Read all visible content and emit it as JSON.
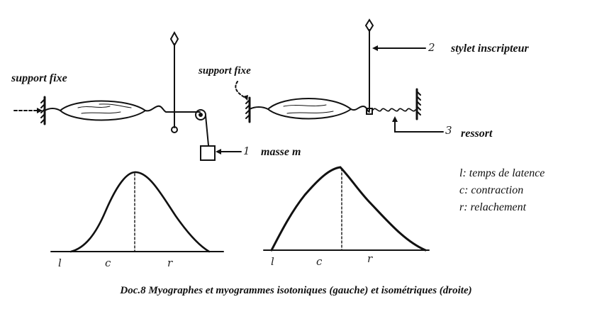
{
  "labels": {
    "left_support": "support fixe",
    "right_support": "support fixe",
    "stylus": "stylet inscripteur",
    "mass": "masse m",
    "spring": "ressort",
    "num1": "1",
    "num2": "2",
    "num3": "3"
  },
  "axis_marks": {
    "l": "l",
    "c": "c",
    "r": "r"
  },
  "legend": [
    "l: temps de latence",
    "c: contraction",
    "r: relachement"
  ],
  "caption": "Doc.8   Myographes et myogrammes isotoniques (gauche) et isométriques (droite)"
}
